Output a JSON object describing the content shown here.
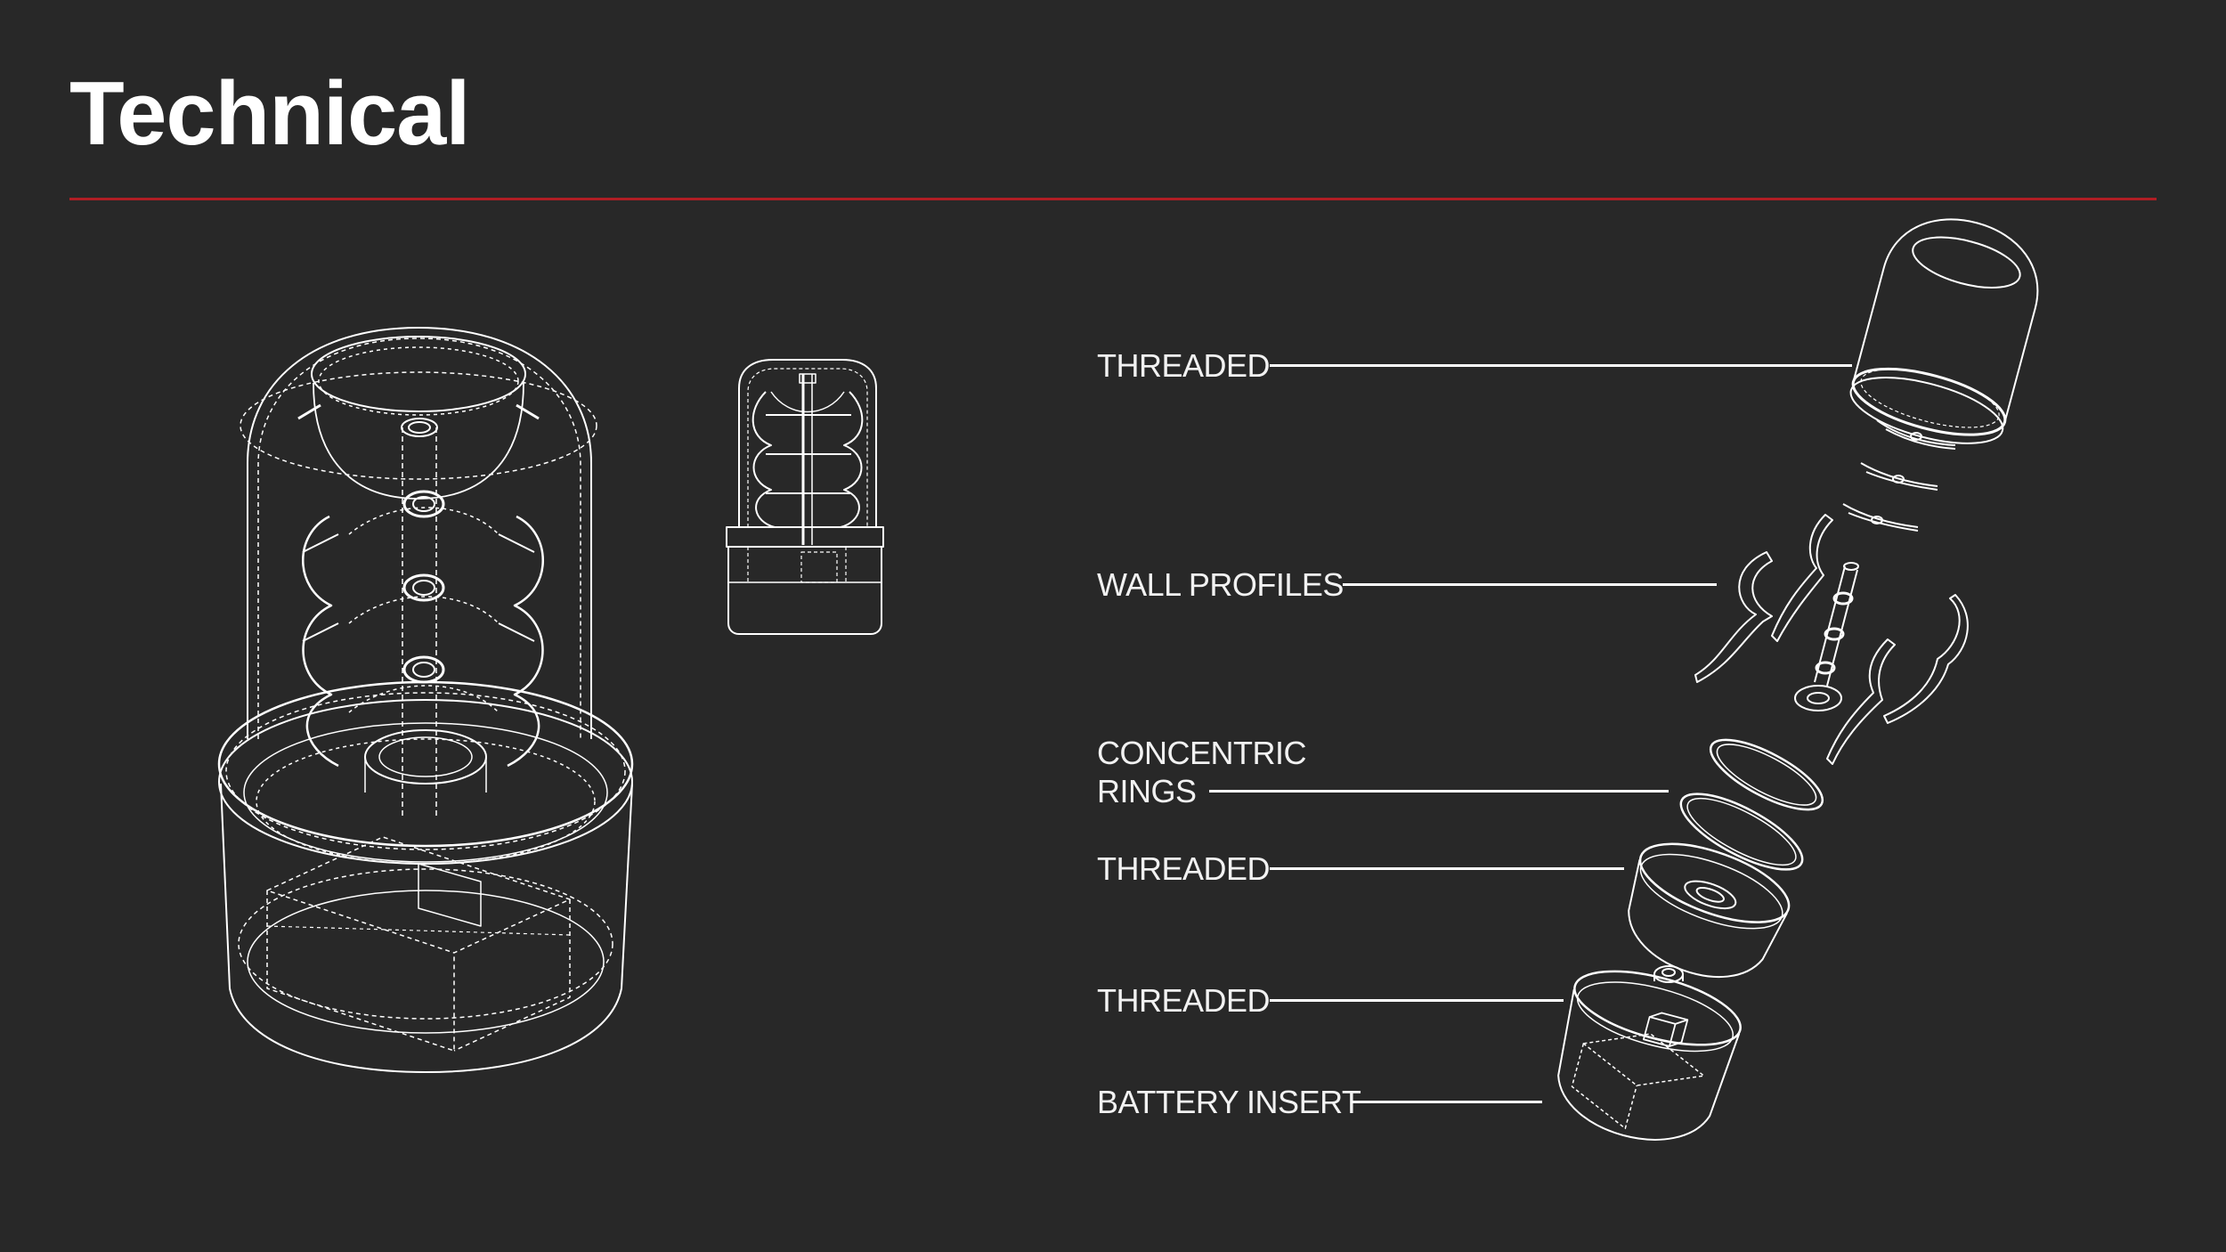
{
  "header": {
    "title": "Technical",
    "rule_color": "#b01e24"
  },
  "colors": {
    "background": "#282828",
    "linework": "#ffffff",
    "text": "#ffffff"
  },
  "illustrations": {
    "assembled_view": "wireframe-isometric-assembled-device",
    "side_view": "wireframe-side-elevation",
    "exploded_view": "exploded-isometric-components"
  },
  "callouts": [
    {
      "label": "THREADED"
    },
    {
      "label": "WALL PROFILES"
    },
    {
      "label_line1": "CONCENTRIC",
      "label_line2": "RINGS"
    },
    {
      "label": "THREADED"
    },
    {
      "label": "THREADED"
    },
    {
      "label": "BATTERY INSERT"
    }
  ]
}
